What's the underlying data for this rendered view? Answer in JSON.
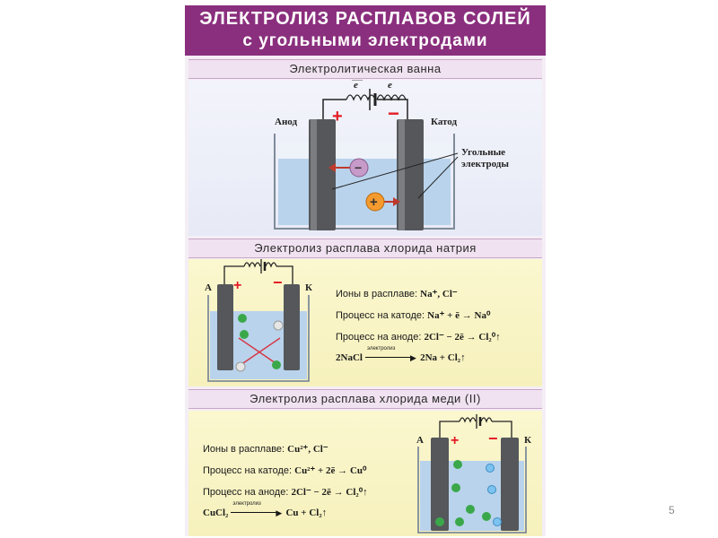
{
  "poster": {
    "title_line1": "ЭЛЕКТРОЛИЗ РАСПЛАВОВ СОЛЕЙ",
    "title_line2": "с угольными электродами",
    "colors": {
      "title_band": "#8a2f7d",
      "panel_violet": "#e9ebf6",
      "panel_yellow": "#f7f2c2",
      "electrolyte": "#b9d3ec",
      "plus": "#e31c24",
      "chloride_ion": "#3aa84a"
    }
  },
  "section1": {
    "heading": "Электролитическая ванна",
    "electron_label_1": "e",
    "electron_label_2": "e",
    "anode_label": "Анод",
    "cathode_label": "Катод",
    "plus_sign": "+",
    "minus_sign": "−",
    "electrodes_label_line1": "Угольные",
    "electrodes_label_line2": "электроды"
  },
  "section2": {
    "heading": "Электролиз расплава хлорида натрия",
    "anode_letter": "А",
    "cathode_letter": "К",
    "plus_sign": "+",
    "minus_sign": "−",
    "ions_text": "Ионы в расплаве:",
    "ions_value": "Na⁺, Cl⁻",
    "cathode_text": "Процесс на катоде:",
    "cathode_value": "Na⁺ + ē → Na⁰",
    "anode_text": "Процесс на аноде:",
    "anode_value": "2Cl⁻ − 2ē → Cl₂⁰↑",
    "overall_left": "2NaCl",
    "overall_arrow_label": "электролиз",
    "overall_right": "2Na + Cl₂↑"
  },
  "section3": {
    "heading": "Электролиз расплава хлорида меди (II)",
    "anode_letter": "А",
    "cathode_letter": "К",
    "plus_sign": "+",
    "minus_sign": "−",
    "ions_text": "Ионы в расплаве:",
    "ions_value": "Cu²⁺, Cl⁻",
    "cathode_text": "Процесс на катоде:",
    "cathode_value": "Cu²⁺ + 2ē → Cu⁰",
    "anode_text": "Процесс на аноде:",
    "anode_value": "2Cl⁻ − 2ē → Cl₂⁰↑",
    "overall_left": "CuCl₂",
    "overall_arrow_label": "электролиз",
    "overall_right": "Cu + Cl₂↑"
  },
  "slide_number": "5"
}
